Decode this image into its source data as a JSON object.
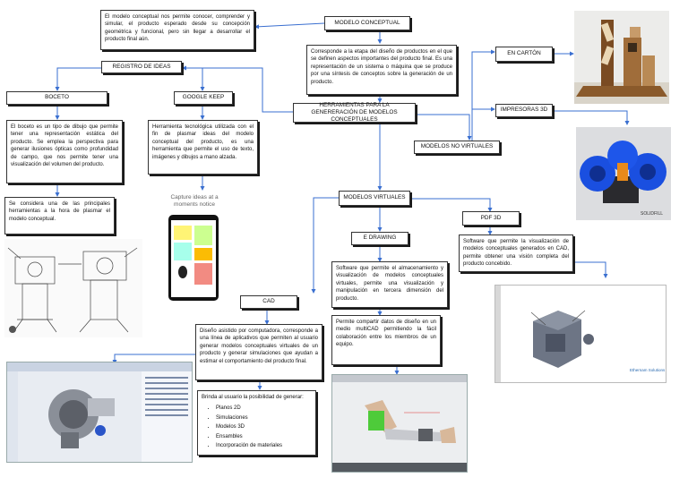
{
  "nodes": {
    "modelo_conceptual": {
      "title": "MODELO CONCEPTUAL"
    },
    "intro": {
      "text": "El modelo conceptual nos permite conocer, comprender y simular, el producto esperado desde su concepción geométrica y funcional, pero sin llegar a desarrollar el producto final aún."
    },
    "definicion": {
      "text": "Corresponde a la etapa del diseño de productos en el que se definen aspectos importantes del producto final. Es una representación de un sistema o máquina que se produce por una síntesis de conceptos sobre la generación de un producto."
    },
    "registro_ideas": {
      "title": "REGISTRO DE IDEAS"
    },
    "boceto": {
      "title": "BOCETO",
      "text": "El boceto es un tipo de dibujo que permite tener una representación estática del producto. Se emplea la perspectiva para generar ilusiones ópticas como profundidad de campo, que nos permite tener una visualización del volumen del producto.",
      "text2": "Se considera una de las principales herramientas a la hora de plasmar el modelo conceptual."
    },
    "google_keep": {
      "title": "GOOGLE KEEP",
      "text": "Herramienta tecnológica utilizada con el fin de plasmar ideas del modelo conceptual del producto, es una herramienta que permite el uso de texto, imágenes y dibujos a mano alzada.",
      "caption": "Capture ideas at a moments notice"
    },
    "herramientas": {
      "title": "HERRAMIENTAS PARA LA GENERERACIÓN DE MODELOS CONCEPTUALES"
    },
    "no_virtuales": {
      "title": "MODELOS NO VIRTUALES"
    },
    "en_carton": {
      "title": "EN CARTÓN"
    },
    "impresoras": {
      "title": "IMPRESORAS 3D"
    },
    "virtuales": {
      "title": "MODELOS VIRTUALES"
    },
    "e_drawing": {
      "title": "E DRAWING",
      "text": "Software que permite el almacenamiento y visualización de modelos conceptuales virtuales, permite una visualización y manipulación en tercera dimensión del producto.",
      "text2": "Permite compartir datos de diseño en un medio multiCAD permitiendo la fácil colaboración entre los miembros de un equipo."
    },
    "pdf3d": {
      "title": "PDF 3D",
      "text": "Software que permite la visualización de modelos conceptuales generados en CAD, permite obtener una visión completa del producto concebido."
    },
    "cad": {
      "title": "CAD",
      "text": "Diseño asistido por computadora, corresponde a una línea de aplicativos que permiten al usuario generar modelos conceptuales virtuales de un producto y generar simulaciones que ayudan a estimar el comportamiento del producto final.",
      "text2": "Brinda al usuario la posibilidad de generar:",
      "items": [
        "Planos 2D",
        "Simulaciones",
        "Modelos 3D",
        "Ensambles",
        "Incorporación de materiales"
      ]
    }
  },
  "images": {
    "carton_model": "cardboard-model-photo",
    "printer_model": "3d-printed-gear-photo",
    "sketch": "machine-sketch-drawing",
    "phone": "google-keep-phone",
    "pdf_view": "pdf3d-viewer-screenshot",
    "cad_view": "cad-software-screenshot",
    "edrawing_view": "edrawing-arm-screenshot",
    "watermark": "SOLIDFILL",
    "watermark2": "Ethernam Solutions"
  },
  "colors": {
    "connector": "#3a6fd0",
    "shadow": "#1a1a1a",
    "gear_blue": "#1a4fe0"
  }
}
